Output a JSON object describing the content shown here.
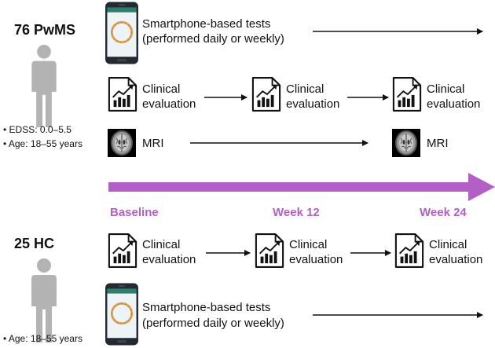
{
  "pwms": {
    "title": "76 PwMS",
    "bullets": [
      "EDSS: 0.0–5.5",
      "Age: 18–55 years"
    ],
    "smartphone_text": [
      "Smartphone-based tests",
      "(performed daily or weekly)"
    ],
    "clinical_label": [
      "Clinical",
      "evaluation"
    ],
    "mri_label": "MRI"
  },
  "hc": {
    "title": "25 HC",
    "bullets": [
      "Age: 18–55 years"
    ],
    "smartphone_text": [
      "Smartphone-based tests",
      "(performed daily or weekly)"
    ],
    "clinical_label": [
      "Clinical",
      "evaluation"
    ]
  },
  "timeline": {
    "points": [
      "Baseline",
      "Week 12",
      "Week 24"
    ]
  },
  "colors": {
    "timeline": "#b25fc6",
    "person": "#b3b3b3",
    "phone_body": "#222a33",
    "phone_screen": "#eef3f6",
    "ring": "#d9a35a"
  },
  "icons": {
    "person": "person-icon",
    "phone": "smartphone-icon",
    "clinical": "clinical-chart-document-icon",
    "mri": "brain-mri-icon"
  }
}
